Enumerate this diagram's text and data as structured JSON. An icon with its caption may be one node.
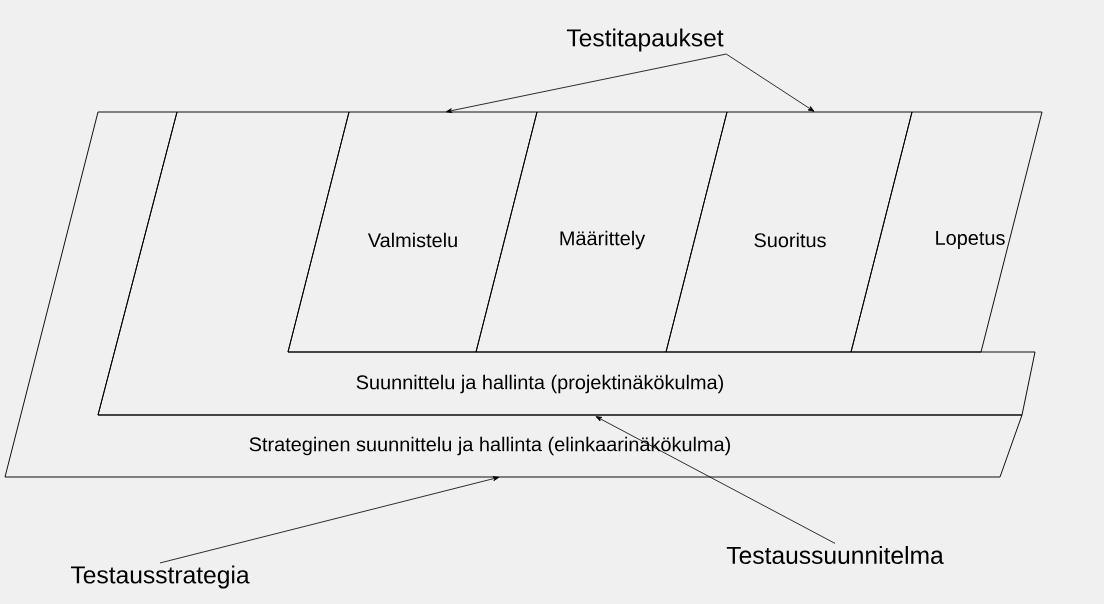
{
  "diagram": {
    "nodes": [
      {
        "text": [
          "Strateginen suunnittelu ja hallinta (elinkaarinäkökulma)"
        ]
      },
      {
        "text": [
          "Suunnittelu ja hallinta (projektinäkökulma)"
        ]
      },
      {
        "text": [
          "Valmistelu"
        ]
      },
      {
        "text": [
          "Määrittely"
        ]
      },
      {
        "text": [
          "Suoritus"
        ]
      },
      {
        "text": [
          "Lopetus"
        ]
      },
      {
        "text": [
          "Testitapaukset"
        ]
      },
      {
        "text": [
          "Testausstrategia"
        ]
      },
      {
        "text": [
          "Testaussuunnitelma"
        ]
      }
    ],
    "edges": [
      {
        "from": 6,
        "to": 2,
        "arrow": "to"
      },
      {
        "from": 6,
        "to": 4,
        "arrow": "to"
      },
      {
        "from": 7,
        "to": 0,
        "arrow": "to"
      },
      {
        "from": 8,
        "to": 1,
        "arrow": "to"
      }
    ]
  }
}
